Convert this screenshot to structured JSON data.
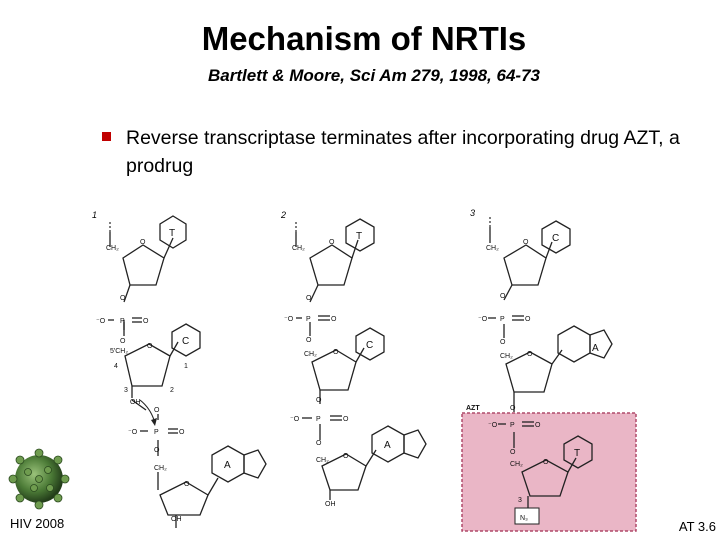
{
  "slide": {
    "title": "Mechanism of NRTIs",
    "subtitle": "Bartlett & Moore, Sci Am 279, 1998, 64-73",
    "bullet": "Reverse transcriptase terminates after incorporating drug AZT, a prodrug",
    "footer_left": "HIV 2008",
    "footer_right": "AT  3.6"
  },
  "diagram": {
    "panel_numbers": [
      "1",
      "2",
      "3"
    ],
    "bases_panel1": [
      "T",
      "C",
      "A"
    ],
    "bases_panel2": [
      "T",
      "C",
      "A"
    ],
    "bases_panel3": [
      "C",
      "A",
      "T"
    ],
    "atoms": {
      "o": "O",
      "p": "P",
      "oh": "OH",
      "ch2": "CH₂",
      "ch2_5": "5′CH₂",
      "neg_o": "⁻O",
      "n3": "N₃",
      "azt": "AZT"
    },
    "ring_numbers": [
      "4",
      "3",
      "2",
      "1"
    ],
    "colors": {
      "azt_box": "#eab6c6",
      "azt_border": "#b04a6a",
      "bullet": "#c00000"
    }
  }
}
